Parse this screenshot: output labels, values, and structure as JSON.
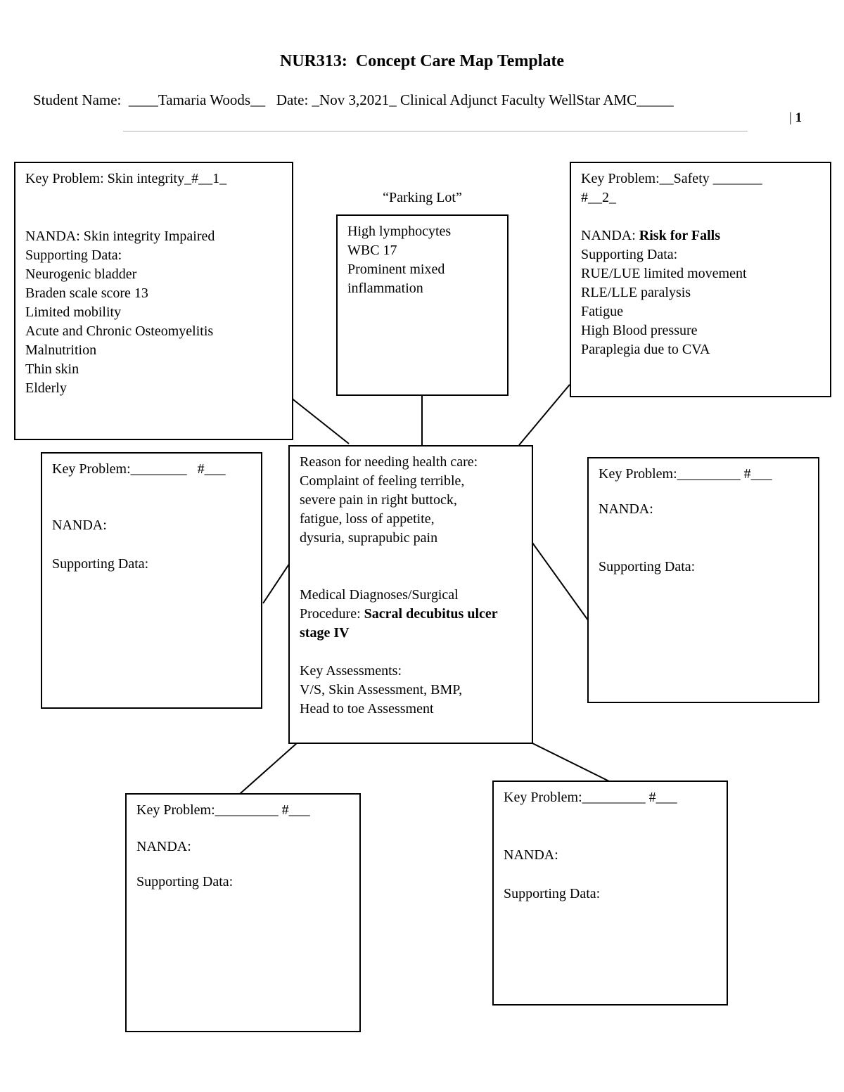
{
  "colors": {
    "ink": "#000000",
    "paper": "#ffffff"
  },
  "header": {
    "title": "NUR313:  Concept Care Map Template",
    "student_line": "Student Name:  ____Tamaria Woods__   Date: _Nov 3,2021_ Clinical Adjunct Faculty WellStar AMC_____",
    "page_pipe": "| ",
    "page_number": "1"
  },
  "boxes": {
    "skin_integrity": {
      "title": "Key Problem: Skin integrity_#__1_",
      "nanda": "NANDA: Skin integrity Impaired",
      "supporting_label": "Supporting Data:",
      "supporting_data": [
        "Neurogenic bladder",
        "Braden scale score 13",
        "Limited mobility",
        "Acute and Chronic Osteomyelitis",
        "Malnutrition",
        "Thin skin",
        "Elderly"
      ]
    },
    "parking_lot": {
      "label": "“Parking Lot”",
      "items": [
        "High lymphocytes",
        "WBC 17",
        "Prominent mixed inflammation"
      ]
    },
    "safety": {
      "title_lines": [
        "Key Problem:__Safety _______",
        "#__2_"
      ],
      "nanda_label": "NANDA: ",
      "nanda_value": "Risk for Falls",
      "supporting_label": "Supporting Data:",
      "supporting_data": [
        "RUE/LUE limited movement",
        "RLE/LLE paralysis",
        "Fatigue",
        "High Blood pressure",
        "Paraplegia due to CVA"
      ]
    },
    "center": {
      "reason_lines": [
        "Reason for needing health care:",
        "Complaint of feeling terrible,",
        "severe pain in right buttock,",
        "fatigue, loss of appetite,",
        "dysuria, suprapubic pain"
      ],
      "medical_label": "Medical Diagnoses/Surgical Procedure: ",
      "medical_value": "Sacral decubitus ulcer stage IV",
      "assessments": [
        "Key Assessments:",
        "V/S, Skin Assessment, BMP,",
        "Head to toe Assessment"
      ]
    },
    "blank_mid_left": {
      "title": "Key Problem:________   #___",
      "nanda": "NANDA:",
      "supporting": "Supporting Data:"
    },
    "blank_mid_right": {
      "title": "Key Problem:_________ #___",
      "nanda": "NANDA:",
      "supporting": "Supporting Data:"
    },
    "blank_bottom_left": {
      "title": "Key Problem:_________ #___",
      "nanda": "NANDA:",
      "supporting": "Supporting Data:"
    },
    "blank_bottom_right": {
      "title": "Key Problem:_________ #___",
      "nanda": "NANDA:",
      "supporting": "Supporting Data:"
    }
  }
}
